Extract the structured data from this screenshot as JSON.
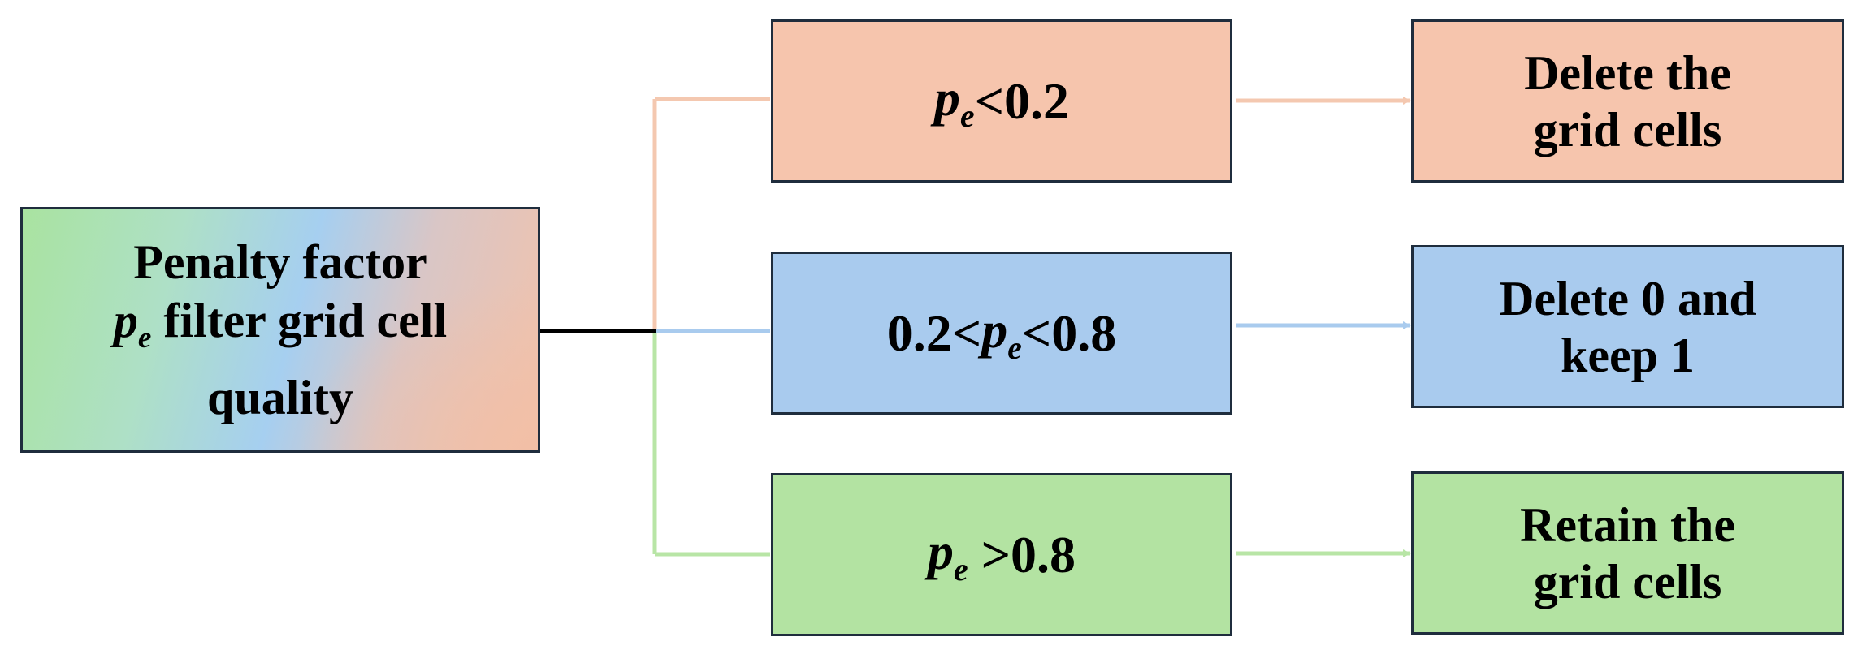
{
  "colors": {
    "peach": "#f6c5ad",
    "blue": "#a9cbee",
    "green": "#b3e3a2",
    "border": "#1f2d3d",
    "connector_peach": "#f4c8b0",
    "connector_blue": "#a9cbee",
    "connector_green": "#b8e5a6"
  },
  "start": {
    "line1": "Penalty factor",
    "symbol": "p",
    "symbol_sub": "e",
    "line2_rest": "filter grid cell",
    "line3": "quality"
  },
  "conditions": {
    "top": {
      "symbol": "p",
      "sub": "e",
      "rest": "<0.2"
    },
    "middle": {
      "prefix": "0.2<",
      "symbol": "p",
      "sub": "e",
      "rest": "<0.8"
    },
    "bottom": {
      "symbol": "p",
      "sub": "e",
      "rest": " >0.8"
    }
  },
  "results": {
    "top": {
      "line1": "Delete the",
      "line2": "grid cells"
    },
    "middle": {
      "line1": "Delete 0 and",
      "line2": "keep 1"
    },
    "bottom": {
      "line1": "Retain the",
      "line2": "grid cells"
    }
  }
}
